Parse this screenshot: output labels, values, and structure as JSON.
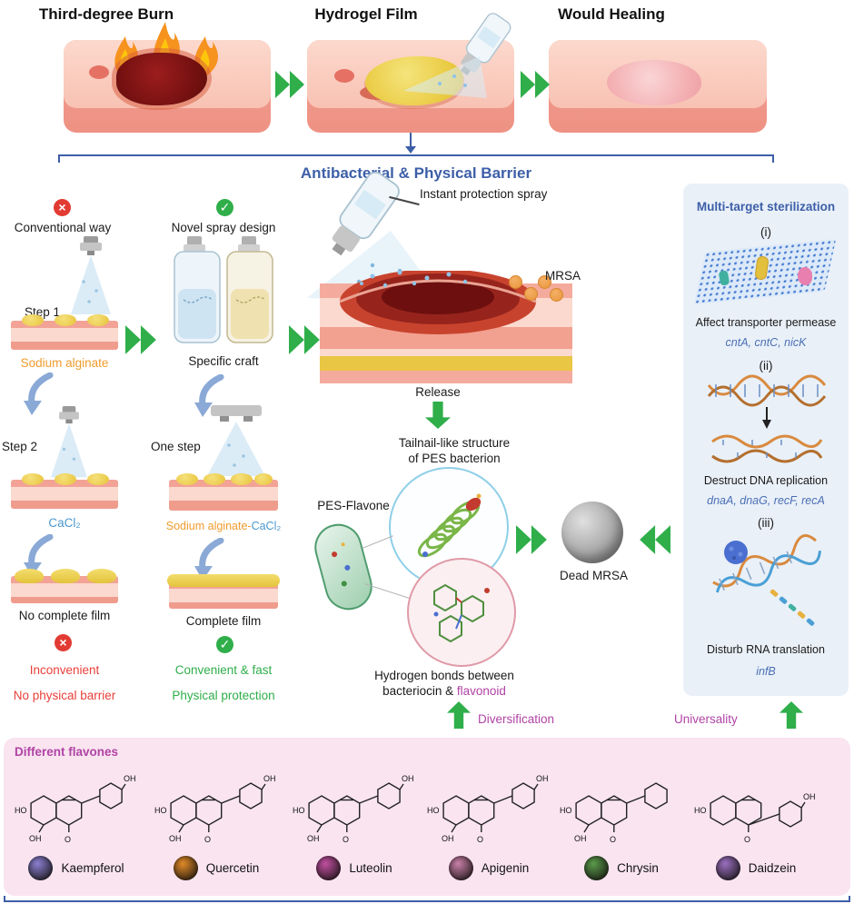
{
  "colors": {
    "accent_green": "#2fae4a",
    "accent_blue": "#3d5fa8",
    "accent_orange": "#f09c2e",
    "accent_ltblue": "#4a97cf",
    "accent_red": "#e8403a",
    "accent_purple": "#b043a5",
    "panel_blue": "#e9f0f8",
    "panel_pink": "#f9e4f0",
    "skin_pink": "#f8c2b3",
    "gel_yellow": "#e9c93f"
  },
  "icons": {
    "cross": "×",
    "check": "✓"
  },
  "chem": {
    "ho": "HO",
    "oh": "OH",
    "o": "O"
  },
  "top": {
    "burn_title": "Third-degree Burn",
    "film_title": "Hydrogel Film",
    "healing_title": "Would Healing",
    "barrier": "Antibacterial & Physical Barrier"
  },
  "conventional": {
    "heading": "Conventional way",
    "step1": "Step 1",
    "step2": "Step 2",
    "reagent1": "Sodium alginate",
    "reagent2": "CaCl₂",
    "result": "No complete film",
    "drawback1": "Inconvenient",
    "drawback2": "No physical barrier"
  },
  "novel": {
    "heading": "Novel spray design",
    "craft": "Specific craft",
    "step": "One step",
    "reagent_main": "Sodium alginate-",
    "reagent_suffix": "CaCl₂",
    "result": "Complete film",
    "benefit1": "Convenient & fast",
    "benefit2": "Physical protection"
  },
  "center": {
    "spray_label": "Instant protection spray",
    "mrsa": "MRSA",
    "release": "Release",
    "structure_line1": "Tailnail-like structure",
    "structure_line2": "of PES bacterion",
    "pes_flavone": "PES-Flavone",
    "dead_mrsa": "Dead MRSA",
    "hbond_line1": "Hydrogen bonds between",
    "hbond_line2_prefix": "bacteriocin & ",
    "hbond_line2_highlight": "flavonoid"
  },
  "sterilization": {
    "title": "Multi-target sterilization",
    "items": [
      {
        "index": "(i)",
        "action": "Affect transporter permease",
        "genes": "cntA, cntC, nicK"
      },
      {
        "index": "(ii)",
        "action": "Destruct DNA replication",
        "genes": "dnaA, dnaG, recF, recA"
      },
      {
        "index": "(iii)",
        "action": "Disturb RNA translation",
        "genes": "infB"
      }
    ]
  },
  "bridge": {
    "diversification": "Diversification",
    "universality": "Universality"
  },
  "flavones": {
    "title": "Different flavones",
    "items": [
      {
        "name": "Kaempferol",
        "photo_color": "#8a7fd0"
      },
      {
        "name": "Quercetin",
        "photo_color": "#e08a28"
      },
      {
        "name": "Luteolin",
        "photo_color": "#c04fa0"
      },
      {
        "name": "Apigenin",
        "photo_color": "#c87fa8"
      },
      {
        "name": "Chrysin",
        "photo_color": "#5a9a4a"
      },
      {
        "name": "Daidzein",
        "photo_color": "#9a6fc0"
      }
    ]
  }
}
